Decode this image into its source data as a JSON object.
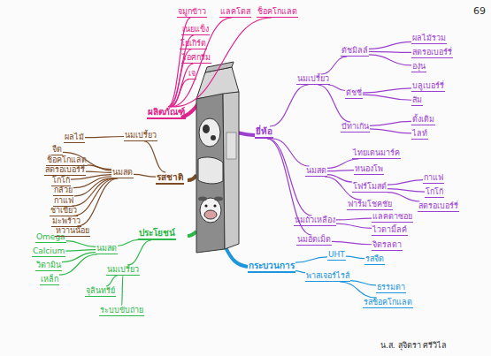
{
  "diagram": {
    "nodes": [
      {
        "text": [
          "ผลิตภัณฑ์"
        ]
      },
      {
        "text": [
          "จมูกข้าว"
        ]
      },
      {
        "text": [
          "แลคโตส"
        ]
      },
      {
        "text": [
          "ช็อคโกแลต"
        ]
      },
      {
        "text": [
          "เนยแข็ง"
        ]
      },
      {
        "text": [
          "โยเกิร์ต"
        ]
      },
      {
        "text": [
          "ไอศกรีม"
        ]
      },
      {
        "text": [
          "เจ"
        ]
      },
      {
        "text": [
          "ยี่ห้อ"
        ]
      },
      {
        "text": [
          "นมเปรี้ยว"
        ]
      },
      {
        "text": [
          "ดัชมิลล์"
        ]
      },
      {
        "text": [
          "ผลไม้รวม"
        ]
      },
      {
        "text": [
          "สตรอเบอร์รี่"
        ]
      },
      {
        "text": [
          "องุ่น"
        ]
      },
      {
        "text": [
          "ดัชชี่"
        ]
      },
      {
        "text": [
          "บลูเบอร์รี่"
        ]
      },
      {
        "text": [
          "ส้ม"
        ]
      },
      {
        "text": [
          "บีทาเก้น"
        ]
      },
      {
        "text": [
          "ดั้งเดิม"
        ]
      },
      {
        "text": [
          "ไลท์"
        ]
      },
      {
        "text": [
          "นมสด"
        ]
      },
      {
        "text": [
          "ไทยเดนมาร์ค"
        ]
      },
      {
        "text": [
          "หนองโพ"
        ]
      },
      {
        "text": [
          "โฟร์โมสต์"
        ]
      },
      {
        "text": [
          "กาแฟ"
        ]
      },
      {
        "text": [
          "โกโก้"
        ]
      },
      {
        "text": [
          "สตรอเบอร์รี่"
        ]
      },
      {
        "text": [
          "ฟาร์มโชคชัย"
        ]
      },
      {
        "text": [
          "นมถั่วเหลือง"
        ]
      },
      {
        "text": [
          "แลคตาซอย"
        ]
      },
      {
        "text": [
          "ไวตามิ้ลค์"
        ]
      },
      {
        "text": [
          "นมอัดเม็ด"
        ]
      },
      {
        "text": [
          "จิตรลดา"
        ]
      },
      {
        "text": [
          "กระบวนการ"
        ]
      },
      {
        "text": [
          "UHT"
        ]
      },
      {
        "text": [
          "รสจืด"
        ]
      },
      {
        "text": [
          "พาสเจอร์ไรส์"
        ]
      },
      {
        "text": [
          "ธรรมดา"
        ]
      },
      {
        "text": [
          "รสช็อคโกแลต"
        ]
      },
      {
        "text": [
          "ประโยชน์"
        ]
      },
      {
        "text": [
          "นมสด"
        ]
      },
      {
        "text": [
          "Omega"
        ]
      },
      {
        "text": [
          "Calcium"
        ]
      },
      {
        "text": [
          "วิตามิน"
        ]
      },
      {
        "text": [
          "เหล็ก"
        ]
      },
      {
        "text": [
          "นมเปรี้ยว"
        ]
      },
      {
        "text": [
          "จุลินทรีย์"
        ]
      },
      {
        "text": [
          "ระบบขับถ่าย"
        ]
      },
      {
        "text": [
          "รสชาติ"
        ]
      },
      {
        "text": [
          "นมเปรี้ยว"
        ]
      },
      {
        "text": [
          "ผลไม้"
        ]
      },
      {
        "text": [
          "นมสด"
        ]
      },
      {
        "text": [
          "จืด"
        ]
      },
      {
        "text": [
          "ช็อคโกแลต"
        ]
      },
      {
        "text": [
          "สตรอเบอร์รี่"
        ]
      },
      {
        "text": [
          "โกโก้"
        ]
      },
      {
        "text": [
          "กล้วย"
        ]
      },
      {
        "text": [
          "กาแฟ"
        ]
      },
      {
        "text": [
          "ชาเขียว"
        ]
      },
      {
        "text": [
          "มะพร้าว"
        ]
      },
      {
        "text": [
          "หวานน้อย"
        ]
      }
    ],
    "edges": [
      {
        "from": 0,
        "to": 1,
        "arrow": "none"
      },
      {
        "from": 0,
        "to": 2,
        "arrow": "none"
      },
      {
        "from": 0,
        "to": 3,
        "arrow": "none"
      },
      {
        "from": 0,
        "to": 4,
        "arrow": "none"
      },
      {
        "from": 0,
        "to": 5,
        "arrow": "none"
      },
      {
        "from": 0,
        "to": 6,
        "arrow": "none"
      },
      {
        "from": 0,
        "to": 7,
        "arrow": "none"
      },
      {
        "from": 8,
        "to": 9,
        "arrow": "none"
      },
      {
        "from": 8,
        "to": 20,
        "arrow": "none"
      },
      {
        "from": 8,
        "to": 28,
        "arrow": "none"
      },
      {
        "from": 8,
        "to": 31,
        "arrow": "none"
      },
      {
        "from": 9,
        "to": 10,
        "arrow": "none"
      },
      {
        "from": 9,
        "to": 14,
        "arrow": "none"
      },
      {
        "from": 9,
        "to": 17,
        "arrow": "none"
      },
      {
        "from": 10,
        "to": 11,
        "arrow": "none"
      },
      {
        "from": 10,
        "to": 12,
        "arrow": "none"
      },
      {
        "from": 10,
        "to": 13,
        "arrow": "none"
      },
      {
        "from": 14,
        "to": 15,
        "arrow": "none"
      },
      {
        "from": 14,
        "to": 16,
        "arrow": "none"
      },
      {
        "from": 17,
        "to": 18,
        "arrow": "none"
      },
      {
        "from": 17,
        "to": 19,
        "arrow": "none"
      },
      {
        "from": 20,
        "to": 21,
        "arrow": "none"
      },
      {
        "from": 20,
        "to": 22,
        "arrow": "none"
      },
      {
        "from": 20,
        "to": 23,
        "arrow": "none"
      },
      {
        "from": 20,
        "to": 27,
        "arrow": "none"
      },
      {
        "from": 23,
        "to": 24,
        "arrow": "none"
      },
      {
        "from": 23,
        "to": 25,
        "arrow": "none"
      },
      {
        "from": 23,
        "to": 26,
        "arrow": "none"
      },
      {
        "from": 28,
        "to": 29,
        "arrow": "none"
      },
      {
        "from": 28,
        "to": 30,
        "arrow": "none"
      },
      {
        "from": 31,
        "to": 32,
        "arrow": "none"
      },
      {
        "from": 33,
        "to": 34,
        "arrow": "none"
      },
      {
        "from": 33,
        "to": 36,
        "arrow": "none"
      },
      {
        "from": 34,
        "to": 35,
        "arrow": "none"
      },
      {
        "from": 36,
        "to": 37,
        "arrow": "none"
      },
      {
        "from": 36,
        "to": 38,
        "arrow": "none"
      },
      {
        "from": 39,
        "to": 40,
        "arrow": "none"
      },
      {
        "from": 39,
        "to": 45,
        "arrow": "none"
      },
      {
        "from": 40,
        "to": 41,
        "arrow": "none"
      },
      {
        "from": 40,
        "to": 42,
        "arrow": "none"
      },
      {
        "from": 40,
        "to": 43,
        "arrow": "none"
      },
      {
        "from": 40,
        "to": 44,
        "arrow": "none"
      },
      {
        "from": 45,
        "to": 46,
        "arrow": "none"
      },
      {
        "from": 45,
        "to": 47,
        "arrow": "none"
      },
      {
        "from": 48,
        "to": 49,
        "arrow": "none"
      },
      {
        "from": 48,
        "to": 51,
        "arrow": "none"
      },
      {
        "from": 49,
        "to": 50,
        "arrow": "none"
      },
      {
        "from": 51,
        "to": 52,
        "arrow": "none"
      },
      {
        "from": 51,
        "to": 53,
        "arrow": "none"
      },
      {
        "from": 51,
        "to": 54,
        "arrow": "none"
      },
      {
        "from": 51,
        "to": 55,
        "arrow": "none"
      },
      {
        "from": 51,
        "to": 56,
        "arrow": "none"
      },
      {
        "from": 51,
        "to": 57,
        "arrow": "none"
      },
      {
        "from": 51,
        "to": 58,
        "arrow": "none"
      },
      {
        "from": 51,
        "to": 59,
        "arrow": "none"
      },
      {
        "from": 51,
        "to": 60,
        "arrow": "none"
      }
    ],
    "labels": [
      "69",
      "น.ส. สุจิตรา ศรีวิไล"
    ]
  }
}
